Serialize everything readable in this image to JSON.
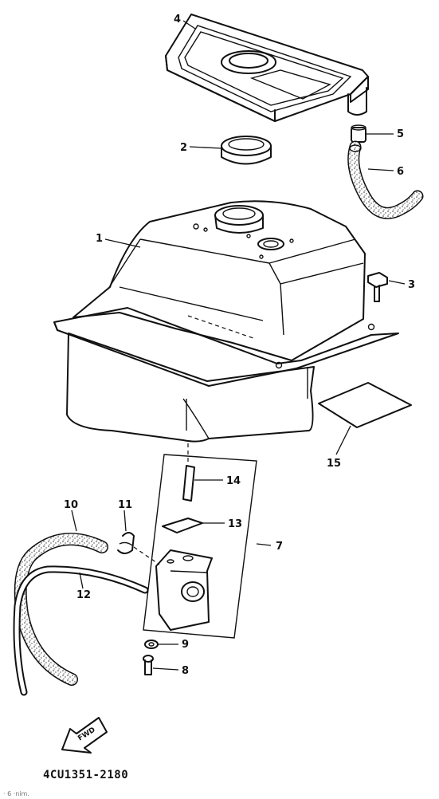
{
  "diagram_code": "4CU1351-2180",
  "footer_note": "· 6 ·nim.",
  "fwd_label": "FWD",
  "callouts": {
    "c1": "1",
    "c2": "2",
    "c3": "3",
    "c4": "4",
    "c5": "5",
    "c6": "6",
    "c7": "7",
    "c8": "8",
    "c9": "9",
    "c10": "10",
    "c11": "11",
    "c12": "12",
    "c13": "13",
    "c14": "14",
    "c15": "15"
  },
  "colors": {
    "ink": "#111111",
    "paper": "#ffffff",
    "stipple": "#555555"
  }
}
